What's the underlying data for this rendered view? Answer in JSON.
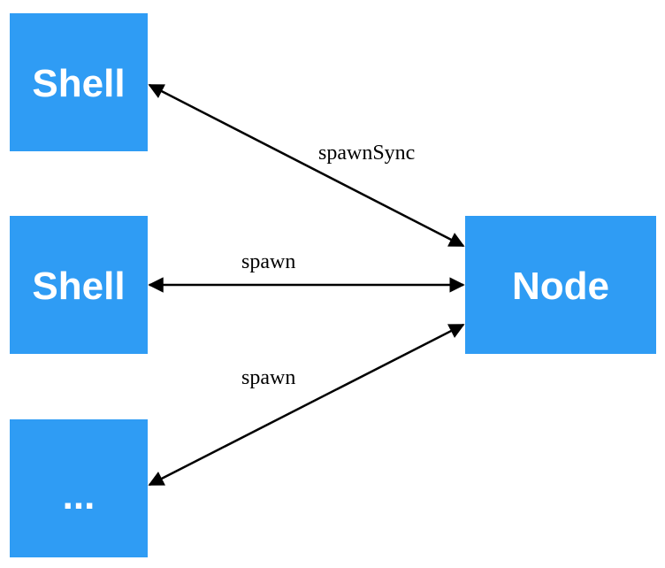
{
  "diagram": {
    "nodes": {
      "shell_top": {
        "label": "Shell"
      },
      "shell_middle": {
        "label": "Shell"
      },
      "ellipsis": {
        "label": "..."
      },
      "node": {
        "label": "Node"
      }
    },
    "edges": {
      "top": {
        "label": "spawnSync"
      },
      "middle": {
        "label": "spawn"
      },
      "bottom": {
        "label": "spawn"
      }
    },
    "colors": {
      "box": "#2f9cf4",
      "box_text": "#ffffff",
      "arrow": "#000000"
    }
  }
}
